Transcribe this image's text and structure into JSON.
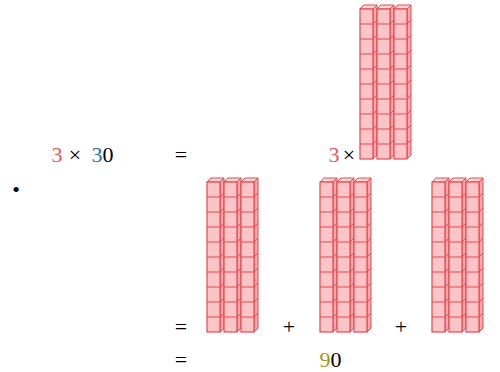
{
  "diagram": {
    "labels": [
      "•",
      "3",
      "×",
      "3",
      "0",
      "=",
      "3",
      "×",
      "=",
      "+",
      "+",
      "=",
      "9",
      "0"
    ]
  }
}
